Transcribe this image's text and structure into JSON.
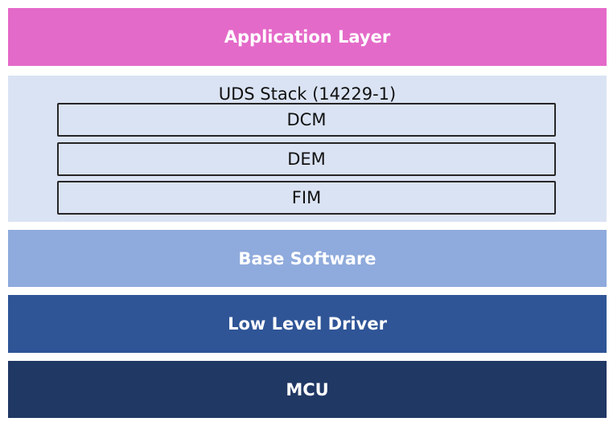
{
  "layers": {
    "application": {
      "label": "Application Layer",
      "bg": "#e46ac9",
      "color": "#ffffff"
    },
    "uds": {
      "title": "UDS Stack (14229-1)",
      "bg": "#dae3f3",
      "color": "#111111",
      "modules": [
        {
          "label": "DCM"
        },
        {
          "label": "DEM"
        },
        {
          "label": "FIM"
        }
      ]
    },
    "base_software": {
      "label": "Base Software",
      "bg": "#8faadc",
      "color": "#ffffff"
    },
    "low_level_driver": {
      "label": "Low Level Driver",
      "bg": "#2f5597",
      "color": "#ffffff"
    },
    "mcu": {
      "label": "MCU",
      "bg": "#203864",
      "color": "#ffffff"
    }
  }
}
